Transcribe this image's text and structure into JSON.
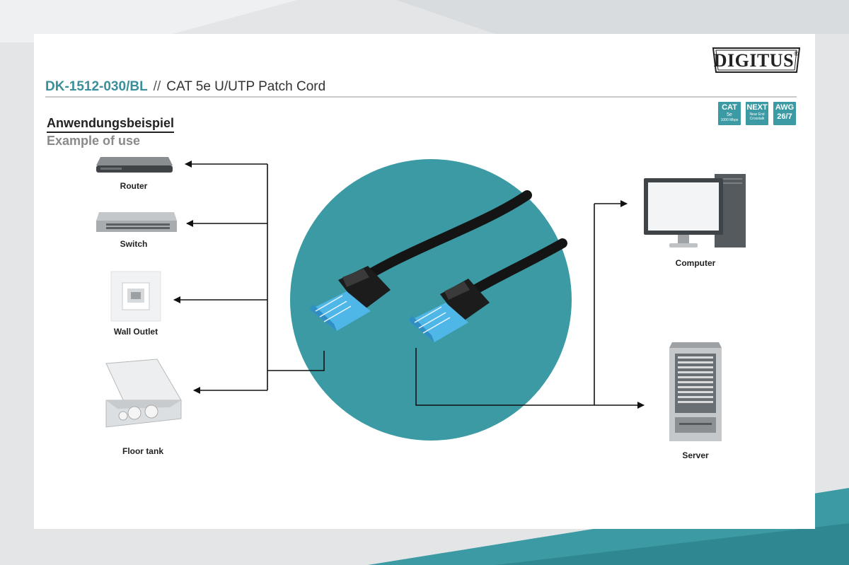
{
  "brand": {
    "logo_text": "DIGITUS",
    "registered": "®"
  },
  "header": {
    "product_code": "DK-1512-030/BL",
    "separator": "//",
    "description": "CAT 5e U/UTP Patch Cord"
  },
  "badges": [
    {
      "top": "CAT",
      "mid": "5e",
      "bottom": "1000 Mbps"
    },
    {
      "top": "NEXT",
      "mid": "Near End",
      "bottom": "Crosstalk"
    },
    {
      "top": "AWG",
      "mid": "26/7",
      "bottom": ""
    }
  ],
  "section": {
    "title_de": "Anwendungsbeispiel",
    "title_en": "Example of use"
  },
  "devices_left": {
    "router": "Router",
    "switch": "Switch",
    "wall_outlet": "Wall Outlet",
    "floor_tank": "Floor tank"
  },
  "devices_right": {
    "computer": "Computer",
    "server": "Server"
  },
  "colors": {
    "teal": "#3b9aa3",
    "accent": "#3a8f9b",
    "connector": "#4fb6e8"
  }
}
